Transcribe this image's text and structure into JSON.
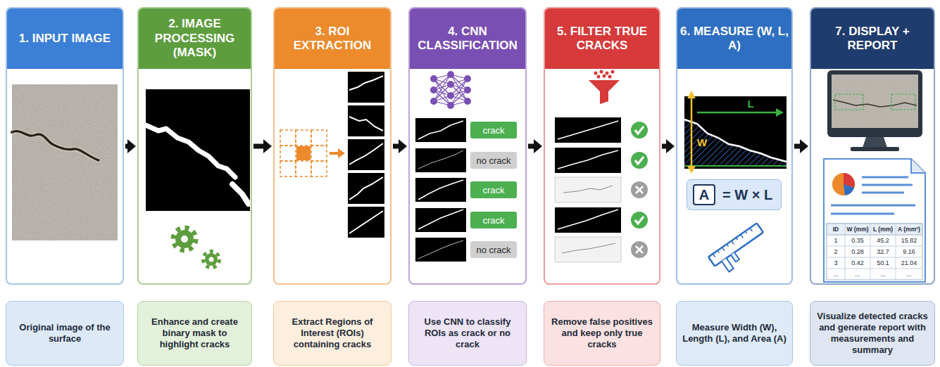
{
  "diagram": {
    "nodes": [
      {
        "text": [
          "1. INPUT IMAGE"
        ]
      },
      {
        "text": [
          "Original image of the surface"
        ]
      },
      {
        "text": [
          "2. IMAGE PROCESSING (MASK)"
        ]
      },
      {
        "text": [
          "Enhance and create binary mask to highlight cracks"
        ]
      },
      {
        "text": [
          "3. ROI EXTRACTION"
        ]
      },
      {
        "text": [
          "Extract Regions of Interest (ROIs) containing cracks"
        ]
      },
      {
        "text": [
          "4. CNN CLASSIFICATION"
        ]
      },
      {
        "text": [
          "crack"
        ],
        "in": 6
      },
      {
        "text": [
          "no crack"
        ],
        "in": 6
      },
      {
        "text": [
          "crack"
        ],
        "in": 6
      },
      {
        "text": [
          "crack"
        ],
        "in": 6
      },
      {
        "text": [
          "no crack"
        ],
        "in": 6
      },
      {
        "text": [
          "Use CNN to classify ROIs as crack or no crack"
        ]
      },
      {
        "text": [
          "5. FILTER TRUE CRACKS"
        ]
      },
      {
        "text": [
          "Remove false positives and keep only true cracks"
        ]
      },
      {
        "text": [
          "6. MEASURE (W, L, A)"
        ]
      },
      {
        "text": [
          "= W × L"
        ],
        "in": 15
      },
      {
        "text": [
          "A"
        ],
        "in": 16
      },
      {
        "text": [
          "Measure Width (W), Length (L), and Area (A)"
        ]
      },
      {
        "text": [
          "7. DISPLAY + REPORT"
        ]
      },
      {
        "text": [
          "Visualize detected cracks and generate report with measurements and summary"
        ]
      }
    ],
    "edges": [
      {
        "from": 0,
        "to": 2,
        "arrow": "to"
      },
      {
        "from": 2,
        "to": 4,
        "arrow": "to"
      },
      {
        "from": 4,
        "to": 6,
        "arrow": "to"
      },
      {
        "from": 6,
        "to": 13,
        "arrow": "to"
      },
      {
        "from": 13,
        "to": 15,
        "arrow": "to"
      },
      {
        "from": 15,
        "to": 19,
        "arrow": "to"
      }
    ],
    "labels": [
      "L",
      "W",
      "ID",
      "W (mm)",
      "L (mm)",
      "A (mm²)",
      "1",
      "0.35",
      "45.2",
      "15.82",
      "2",
      "0.28",
      "32.7",
      "9.16",
      "3",
      "0.42",
      "50.1",
      "21.04",
      "...",
      "...",
      "...",
      "..."
    ]
  }
}
